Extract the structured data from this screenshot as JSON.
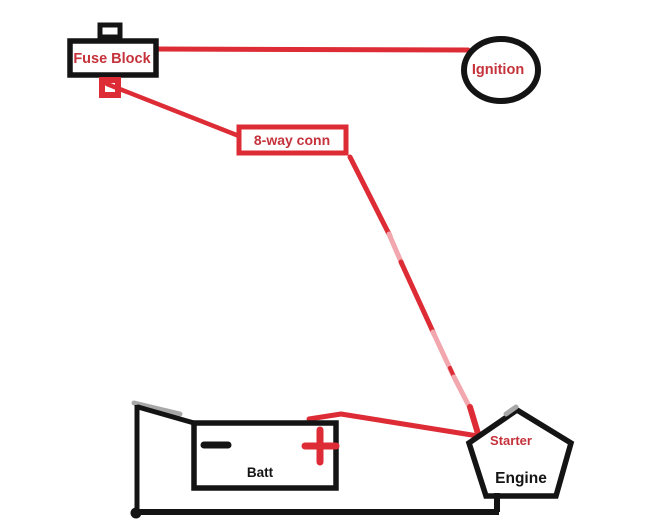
{
  "labels": {
    "fuse_block": "Fuse Block",
    "ignition": "Ignition",
    "eight_way_conn": "8-way conn",
    "starter": "Starter",
    "engine": "Engine",
    "battery": "Batt"
  },
  "symbols": {
    "battery_minus": "-",
    "battery_plus": "+"
  },
  "colors": {
    "wire_red": "#dd2c35",
    "wire_faded_pink": "#f2a6ae",
    "label_red": "#c5323b",
    "outline_black": "#141414",
    "sketch_gray": "#a8a8a8",
    "battery_plus_red": "#dd2c35",
    "battery_minus_black": "#141414",
    "background": "#ffffff"
  },
  "connections": [
    {
      "from": "Fuse Block",
      "to": "Ignition",
      "wire_color": "#dd2c35"
    },
    {
      "from": "Fuse Block connector",
      "to": "8-way conn",
      "wire_color": "#dd2c35"
    },
    {
      "from": "8-way conn",
      "to": "Starter",
      "wire_color": "#dd2c35",
      "note": "partially faded pink segments"
    },
    {
      "from": "Batt +",
      "to": "Starter",
      "wire_color": "#dd2c35"
    },
    {
      "from": "Batt enclosure",
      "to": "Engine",
      "wire_color": "#141414"
    }
  ]
}
